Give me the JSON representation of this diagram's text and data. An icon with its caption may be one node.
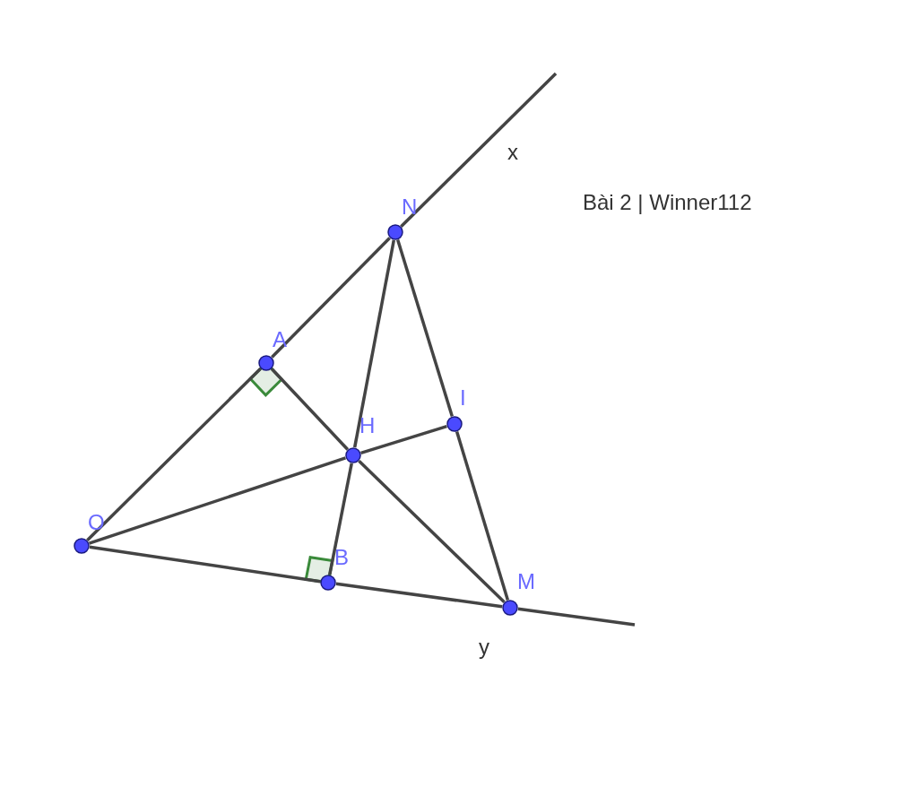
{
  "diagram": {
    "nodes": [
      {
        "text": [
          "N"
        ]
      },
      {
        "text": [
          "A"
        ]
      },
      {
        "text": [
          "I"
        ]
      },
      {
        "text": [
          "H"
        ]
      },
      {
        "text": [
          "O"
        ]
      },
      {
        "text": [
          "B"
        ]
      },
      {
        "text": [
          "M"
        ]
      }
    ],
    "edges": [
      {
        "from": 4,
        "to": 1,
        "arrow": "none"
      },
      {
        "from": 1,
        "to": 0,
        "arrow": "none"
      },
      {
        "from": 0,
        "to": null,
        "arrow": "none"
      },
      {
        "from": 4,
        "to": 5,
        "arrow": "none"
      },
      {
        "from": 5,
        "to": 6,
        "arrow": "none"
      },
      {
        "from": 6,
        "to": null,
        "arrow": "none"
      },
      {
        "from": 0,
        "to": 3,
        "arrow": "none"
      },
      {
        "from": 3,
        "to": 5,
        "arrow": "none"
      },
      {
        "from": 0,
        "to": 2,
        "arrow": "none"
      },
      {
        "from": 2,
        "to": 6,
        "arrow": "none"
      },
      {
        "from": 4,
        "to": 3,
        "arrow": "none"
      },
      {
        "from": 3,
        "to": 2,
        "arrow": "none"
      },
      {
        "from": 1,
        "to": 3,
        "arrow": "none"
      },
      {
        "from": 3,
        "to": 6,
        "arrow": "none"
      }
    ],
    "labels": [
      "x",
      "Bài 2 | Winner112",
      "y"
    ]
  }
}
